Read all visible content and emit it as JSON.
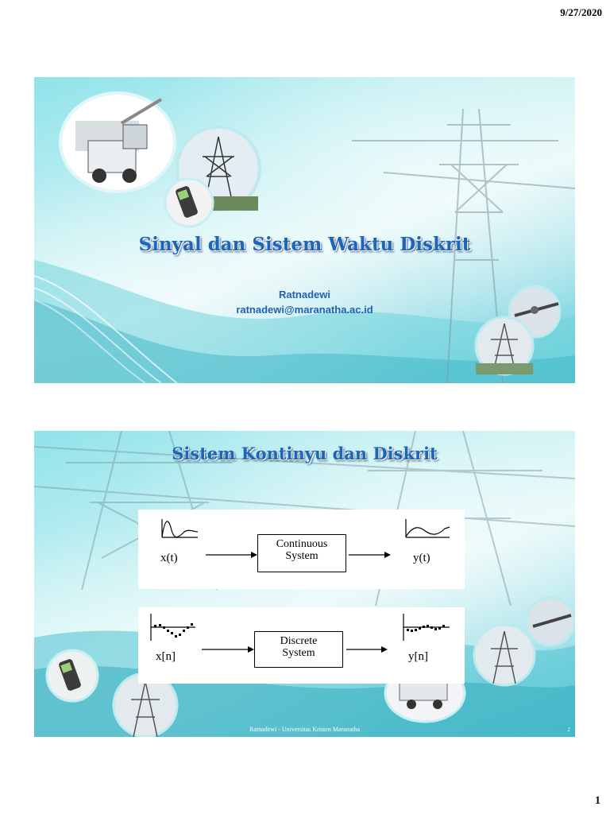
{
  "page": {
    "date": "9/27/2020",
    "number": "1"
  },
  "slide1": {
    "title": "Sinyal dan Sistem Waktu Diskrit",
    "author_name": "Ratnadewi",
    "author_email": "ratnadewi@maranatha.ac.id"
  },
  "slide2": {
    "title": "Sistem Kontinyu dan Diskrit",
    "continuous": {
      "input": "x(t)",
      "block_line1": "Continuous",
      "block_line2": "System",
      "output": "y(t)"
    },
    "discrete": {
      "input": "x[n]",
      "block_line1": "Discrete",
      "block_line2": "System",
      "output": "y[n]"
    },
    "footer": "Ratnadewi - Universitas Kristen Maranatha",
    "slide_number": "2"
  }
}
